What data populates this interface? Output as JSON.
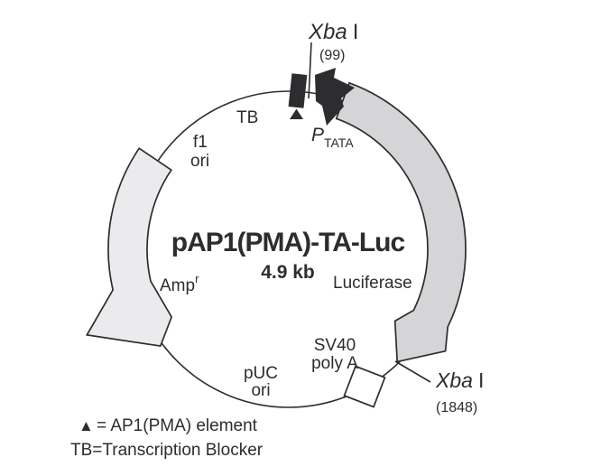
{
  "plasmid": {
    "name": "pAP1(PMA)-TA-Luc",
    "size": "4.9 kb"
  },
  "sites": {
    "xba_top": {
      "enzyme": "Xba",
      "roman": "I",
      "position": "(99)"
    },
    "xba_bottom": {
      "enzyme": "Xba",
      "roman": "I",
      "position": "(1848)"
    }
  },
  "features": {
    "tb": "TB",
    "f1_line1": "f1",
    "f1_line2": "ori",
    "amp_base": "Amp",
    "amp_sup": "r",
    "luciferase": "Luciferase",
    "sv40_line1": "SV40",
    "sv40_line2": "poly A",
    "puc_line1": "pUC",
    "puc_line2": "ori",
    "promoter_base": "P",
    "promoter_sub": "TATA"
  },
  "legend": {
    "symbol": "▲",
    "line1_text": "= AP1(PMA) element",
    "line2_text": "TB=Transcription Blocker"
  },
  "colors": {
    "luciferase_fill": "#d5d5d7",
    "amp_fill": "#ebebed",
    "ink": "#2d2d2f"
  }
}
